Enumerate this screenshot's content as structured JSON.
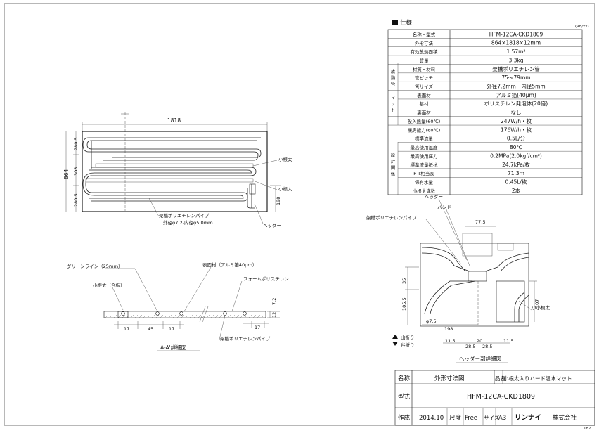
{
  "spec": {
    "heading": "仕様",
    "unit_note": "(98/xx)",
    "rows": [
      {
        "group": "",
        "label": "名称・型式",
        "value": "HFM-12CA-CKD1809"
      },
      {
        "group": "",
        "label": "外形寸法",
        "value": "864×1818×12mm"
      },
      {
        "group": "",
        "label": "有効放熱面積",
        "value": "1.57m²"
      },
      {
        "group": "",
        "label": "質量",
        "value": "3.3kg"
      },
      {
        "group": "放熱管",
        "label": "材質・材料",
        "value": "架橋ポリエチレン管"
      },
      {
        "group": "放熱管",
        "label": "管ピッチ",
        "value": "75〜79mm"
      },
      {
        "group": "放熱管",
        "label": "管サイズ",
        "value": "外径7.2mm　内径5mm"
      },
      {
        "group": "マット",
        "label": "表面材",
        "value": "アルミ箔(40μm)"
      },
      {
        "group": "マット",
        "label": "基材",
        "value": "ポリスチレン発泡体(20倍)"
      },
      {
        "group": "マット",
        "label": "裏面材",
        "value": "なし"
      },
      {
        "group": "",
        "label": "投入熱量(60℃)",
        "value": "247W/h・枚"
      },
      {
        "group": "",
        "label": "暖房能力(60℃)",
        "value": "176W/h・枚"
      },
      {
        "group": "設計関係",
        "label": "標準流量",
        "value": "0.5L/分"
      },
      {
        "group": "設計関係",
        "label": "最高使用温度",
        "value": "80℃"
      },
      {
        "group": "設計関係",
        "label": "最高使用圧力",
        "value": "0.2MPa(2.0kgf/cm²)"
      },
      {
        "group": "設計関係",
        "label": "標準流量抵抗",
        "value": "24.7kPa/枚"
      },
      {
        "group": "設計関係",
        "label": "P T相当長",
        "value": "71.3m"
      },
      {
        "group": "設計関係",
        "label": "保有水量",
        "value": "0.45L/枚"
      },
      {
        "group": "設計関係",
        "label": "小根太溝数",
        "value": "2本"
      }
    ]
  },
  "plan": {
    "dim_width": "1818",
    "dim_height": "864",
    "dims_left": [
      "280.5",
      "303",
      "280.5"
    ],
    "dim_198": "198",
    "label_small_joist_1": "小根太",
    "label_small_joist_2": "小根太",
    "label_pipe": "架橋ポリエチレンパイプ",
    "label_pipe_size": "外径φ7.2-内径φ5.0ｍｍ",
    "label_header": "ヘッダー"
  },
  "section_aa": {
    "label_green_line": "グリーンライン（25ｍｍ）",
    "label_joist_plywood": "小根太（合板）",
    "label_surface": "表面材（アルミ箔40μｍ）",
    "label_foam": "フォームポリスチレン",
    "label_pipe": "架橋ポリエチレンパイプ",
    "dims": [
      "17",
      "45",
      "17",
      "17"
    ],
    "dim_v1": "7.2",
    "dim_v2": "12",
    "caption": "A-A'詳細図"
  },
  "header_detail": {
    "label_header": "ヘッダー",
    "label_band": "バンド",
    "label_pipe": "架橋ポリエチレンパイプ",
    "label_small_joist": "小小根太",
    "dim_top": "77.5",
    "dim_left_1": "35",
    "dim_left_2": "105.5",
    "dim_right": "107",
    "dim_phi": "φ7.5",
    "dim_198": "198",
    "dims_bottom": [
      "11.5",
      "20",
      "11.5"
    ],
    "dims_bottom2": [
      "28.5",
      "28.5"
    ],
    "legend_mountain": "山折り",
    "legend_valley": "谷折り",
    "caption": "ヘッダー部詳細図"
  },
  "title_block": {
    "label_name": "名称",
    "drawing_name": "外形寸法図",
    "label_product": "品名",
    "product_name": "小根太入りハード温水マット",
    "label_model": "型式",
    "model": "HFM-12CA-CKD1809",
    "label_made": "作成",
    "date": "2014.10",
    "label_scale": "尺度",
    "scale": "Free",
    "label_size": "サイズ",
    "paper_size": "A3",
    "company_logo": "リンナイ",
    "company_suffix": "株式会社",
    "sheet_no": "187"
  }
}
